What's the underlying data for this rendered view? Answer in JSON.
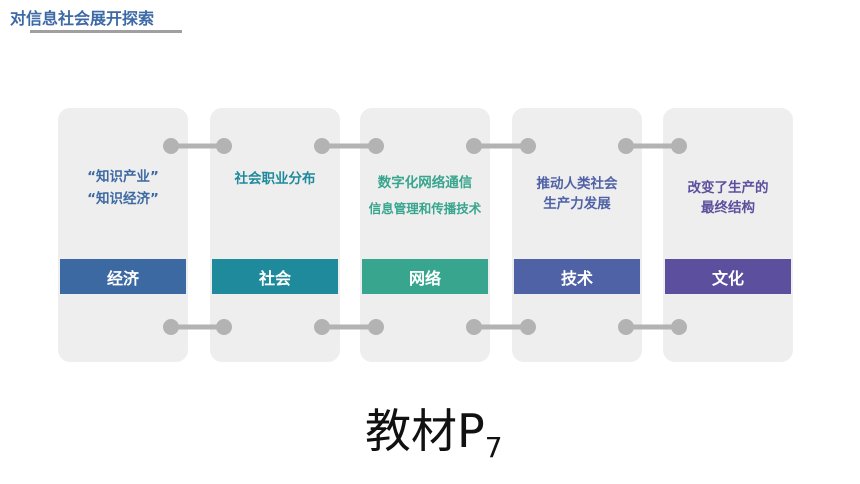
{
  "title": "对信息社会展开探索",
  "colors": {
    "economy": "#3d69a3",
    "society": "#1e8a9b",
    "network": "#38a58e",
    "technology": "#4f62a6",
    "culture": "#5c4f9e"
  },
  "cards": [
    {
      "lines": [
        "“知识产业”",
        "“知识经济”"
      ],
      "band": "经济"
    },
    {
      "lines": [
        "社会职业分布"
      ],
      "band": "社会"
    },
    {
      "lines": [
        "数字化网络通信",
        "信息管理和传播技术"
      ],
      "band": "网络"
    },
    {
      "lines": [
        "推动人类社会",
        "生产力发展"
      ],
      "band": "技术"
    },
    {
      "lines": [
        "改变了生产的",
        "最终结构"
      ],
      "band": "文化"
    }
  ],
  "footer": {
    "text": "教材P",
    "subscript": "7"
  }
}
